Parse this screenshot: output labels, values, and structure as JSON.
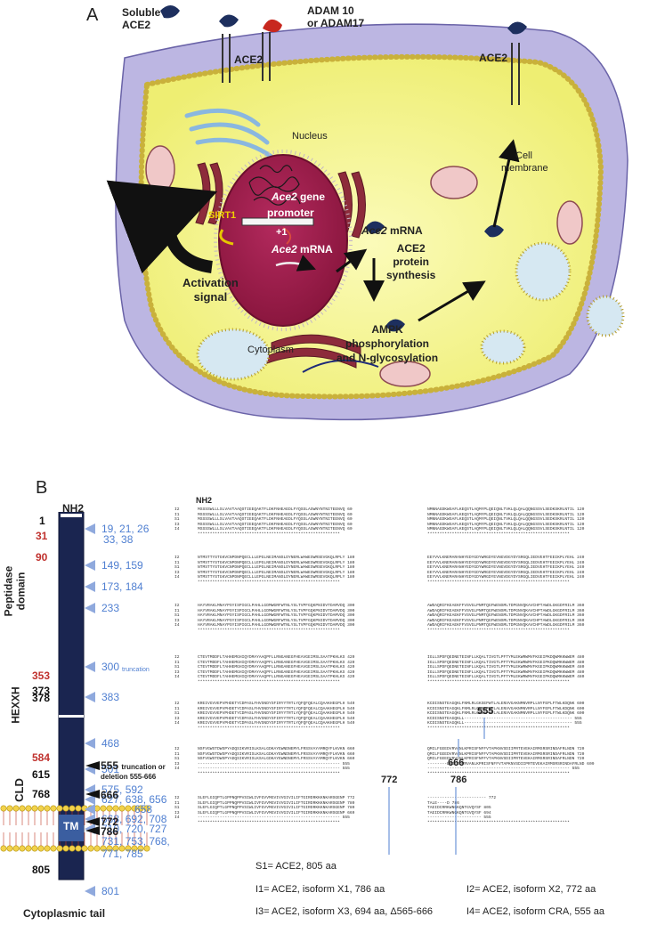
{
  "panelA": {
    "label": "A",
    "soluble_ace2": [
      "Soluble",
      "ACE2"
    ],
    "adam": [
      "ADAM 10",
      "or ADAM17"
    ],
    "ace2_left": "ACE2",
    "ace2_right": "ACE2",
    "nucleus": "Nucleus",
    "cell_membrane": [
      "Cell",
      "membrane"
    ],
    "ace2_gene_1": "Ace2",
    "ace2_gene_2": " gene",
    "promoter": "promoter",
    "sirt1": "SIRT1",
    "plus1": "+1",
    "ace2_mrna_nuc_1": "Ace2",
    "ace2_mrna_nuc_2": " mRNA",
    "ace2_mrna_cyto_1": "Ace2",
    "ace2_mrna_cyto_2": " mRNA",
    "protein_synth": [
      "ACE2",
      "protein",
      "synthesis"
    ],
    "activation": [
      "Activation",
      "signal"
    ],
    "ampk": [
      "AMPK",
      "phosphorylation",
      "and N-glycosylation"
    ],
    "cytoplasm": "Cytoplasm"
  },
  "panelB": {
    "label": "B",
    "nh2": "NH2",
    "tm": "TM",
    "domains": {
      "peptidase": [
        "Peptidase",
        "domain"
      ],
      "hexxh": "HEXXH",
      "cld": "CLD",
      "tail": "Cytoplasmic tail"
    },
    "left_numbers": [
      {
        "t": "1",
        "c": "#111"
      },
      {
        "t": "31",
        "c": "#c0322e"
      },
      {
        "t": "90",
        "c": "#c0322e"
      },
      {
        "t": "353",
        "c": "#c0322e"
      },
      {
        "t": "373",
        "c": "#111"
      },
      {
        "t": "378",
        "c": "#111"
      },
      {
        "t": "584",
        "c": "#c0322e"
      },
      {
        "t": "615",
        "c": "#111"
      },
      {
        "t": "768",
        "c": "#111"
      },
      {
        "t": "805",
        "c": "#111"
      }
    ],
    "sites": [
      "19, 21, 26",
      "33, 38",
      "149, 159",
      "173, 184",
      "233",
      "300",
      "383",
      "468",
      "501",
      "575, 592",
      "627, 638, 656",
      "658",
      "668, 692, 708",
      "710, 720, 727",
      "731, 753, 768,",
      "771, 785",
      "801"
    ],
    "truncation_small": "truncation",
    "black_sites": {
      "t555": "555",
      "t555_note": "truncation or",
      "deletion": "deletion 555-666",
      "t666": "666",
      "t772": "772",
      "t786": "786"
    },
    "seq_nh2": "NH2",
    "seq_markers": {
      "m555": "555",
      "m666": "666",
      "m772": "772",
      "m786": "786"
    },
    "legend": {
      "s1": "S1= ACE2, 805 aa",
      "i1": "I1= ACE2, isoform X1, 786 aa",
      "i2": "I2= ACE2, isoform X2, 772  aa",
      "i3": "I3= ACE2, isoform X3, 694 aa, Δ565-666",
      "i4": "I4= ACE2, isoform CRA, 555 aa"
    },
    "alignment": {
      "blocks_left": [
        {
          "rows": [
            "MSSSSWLLLSLVAVTAAQSTIEEQAKTFLDKFNHEAEDLFYQSSLASWNYNTNITEENVQ 60",
            "MSSSSWLLLSLVAVTAAQSTIEEQAKTFLDKFNHEAEDLFYQSSLASWNYNTNITEENVQ 60",
            "MSSSSWLLLSLVAVTAAQSTIEEQAKTFLDKFNHEAEDLFYQSSLASWNYNTNITEENVQ 60",
            "MSSSSWLLLSLVAVTAAQSTIEEQAKTFLDKFNHEAEDLFYQSSLASWNYNTNITEENVQ 60",
            "MSSSSWLLLSLVAVTAAQSTIEEQAKTFLDKFNHEAEDLFYQSSLASWNYNTNITEENVQ 60"
          ]
        },
        {
          "rows": [
            "NTMSTTYSTGKVCNPDNPQECLLLEPGLNEIMANSLDYNERLWAWESWRSEVGKQLRPLY 180",
            "NTMSTTYSTGKVCNPDNPQECLLLEPGLNEIMANSLDYNERLWAWESWRSEVGKQLRPLY 180",
            "NTMSTTYSTGKVCNPDNPQECLLLEPGLNEIMANSLDYNERLWAWESWRSEVGKQLRPLY 180",
            "NTMSTTYSTGKVCNPDNPQECLLLEPGLNEIMANSLDYNERLWAWESWRSEVGKQLRPLY 180",
            "NTMSTTYSTGKVCNPDNPQECLLLEPGLNEIMANSLDYNERLWAWESWRSEVGKQLRPLY 180"
          ]
        },
        {
          "rows": [
            "HAYVRAKLMNAYPSYISPIGCLPAHLLGDMWGRFWTNLYSLTVPFGQKPNIDVTDAMVDQ 300",
            "HAYVRAKLMNAYPSYISPIGCLPAHLLGDMWGRFWTNLYSLTVPFGQKPNIDVTDAMVDQ 300",
            "HAYVRAKLMNAYPSYISPIGCLPAHLLGDMWGRFWTNLYSLTVPFGQKPNIDVTDAMVDQ 300",
            "HAYVRAKLMNAYPSYISPIGCLPAHLLGDMWGRFWTNLYSLTVPFGQKPNIDVTDAMVDQ 300",
            "HAYVRAKLMNAYPSYISPIGCLPAHLLGDMWGRFWTNLYSLTVPFGQKPNIDVTDAMVDQ 300"
          ]
        },
        {
          "rows": [
            "CTEVTMDDFLTAHHEMGHIQYDMAYAAQPFLLRNGANEGFHEAVGEIMSLSAATPKHLKS 420",
            "CTEVTMDDFLTAHHEMGHIQYDMAYAAQPFLLRNGANEGFHEAVGEIMSLSAATPKHLKS 420",
            "CTEVTMDDFLTAHHEMGHIQYDMAYAAQPFLLRNGANEGFHEAVGEIMSLSAATPKHLKS 420",
            "CTEVTMDDFLTAHHEMGHIQYDMAYAAQPFLLRNGANEGFHEAVGEIMSLSAATPKHLKS 420",
            "CTEVTMDDFLTAHHEMGHIQYDMAYAAQPFLLRNGANEGFHEAVGEIMSLSAATPKHLKS 420"
          ]
        },
        {
          "rows": [
            "KREIVGVVEPVPHDETYCDPASLFHVSNDYSFIRYYTRTLYQFQFQEALCQAAKHEGPLH 540",
            "KREIVGVVEPVPHDETYCDPASLFHVSNDYSFIRYYTRTLYQFQFQEALCQAAKHEGPLH 540",
            "KREIVGVVEPVPHDETYCDPASLFHVSNDYSFIRYYTRTLYQFQFQEALCQAAKHEGPLH 540",
            "KREIVGVVEPVPHDETYCDPASLFHVSNDYSFIRYYTRTLYQFQFQEALCQAAKHEGPLH 540",
            "KREIVGVVEPVPHDETYCDPASLFHVSNDYSFIRYYTRTLYQFQFQEALCQAAKHEGPLH 540"
          ]
        },
        {
          "rows": [
            "NSFVGWSTDWSPYADQSIKVRISLKSALGDKAYEWNDNEMYLFRSSVAYAMRQYFLKVKN 660",
            "NSFVGWSTDWSPYADQSIKVRISLKSALGDKAYEWNDNEMYLFRSSVAYAMRQYFLKVKN 660",
            "NSFVGWSTDWSPYADQSIKVRISLKSALGDKAYEWNDNEMYLFRSSVAYAMRQYFLKVKN 660",
            "---------------------------------------------------------- 555",
            "---------------------------------------------------------- 555"
          ]
        },
        {
          "rows": [
            "SLEFLGIQPTLGPPNQPPVSIWLIVFGVVMGVIVVGIVILIFTGIRDRKKKNKARSGENP 772",
            "SLEFLGIQPTLGPPNQPPVSIWLIVFGVVMGVIVVGIVILIFTGIRDRKKKNKARSGENP 780",
            "SLEFLGIQPTLGPPNQPPVSIWLIVFGVVMGVIVVGIVILIFTGIRDRKKKNKARSGENP 780",
            "SLEFLGIQPTLGPPNQPPVSIWLIVFGVVMGVIVVGIVILIFTGIRDRKKKNKARSGENP 669",
            "---------------------------------------------------------- 555"
          ]
        }
      ],
      "blocks_right": [
        {
          "rows": [
            "NMNNAGDKWSAFLKEQSTLAQMYPLQEIQNLTVKLQLQALQQNGSSVLSEDKSKRLNTIL 120",
            "NMNNAGDKWSAFLKEQSTLAQMYPLQEIQNLTVKLQLQALQQNGSSVLSEDKSKRLNTIL 120",
            "NMNNAGDKWSAFLKEQSTLAQMYPLQEIQNLTVKLQLQALQQNGSSVLSEDKSKRLNTIL 120",
            "NMNNAGDKWSAFLKEQSTLAQMYPLQEIQNLTVKLQLQALQQNGSSVLSEDKSKRLNTIL 120",
            "NMNNAGDKWSAFLKEQSTLAQMYPLQEIQNLTVKLQLQALQQNGSSVLSEDKSKRLNTIL 120"
          ]
        },
        {
          "rows": [
            "EEYVVLKNEMARANHYEDYGDYWRGDYEVNGVDGYDYSRGQLIEDVEHTFEEIKPLYEHL 240",
            "EEYVVLKNEMARANHYEDYGDYWRGDYEVNGVDGYDYSRGQLIEDVEHTFEEIKPLYEHL 240",
            "EEYVVLKNEMARANHYEDYGDYWRGDYEVNGVDGYDYSRGQLIEDVEHTFEEIKPLYEHL 240",
            "EEYVVLKNEMARANHYEDYGDYWRGDYEVNGVDGYDYSRGQLIEDVEHTFEEIKPLYEHL 240",
            "EEYVVLKNEMARANHYEDYGDYWRGDYEVNGVDGYDYSRGQLIEDVEHTFEEIKPLYEHL 240"
          ]
        },
        {
          "rows": [
            "AWDAQRIFKEAEKFFVSVGLPNMTQGFWENSMLTDPGNVQKAVCHPTAWDLGKGDFRILM 360",
            "AWDAQRIFKEAEKFFVSVGLPNMTQGFWENSMLTDPGNVQKAVCHPTAWDLGKGDFRILM 360",
            "AWDAQRIFKEAEKFFVSVGLPNMTQGFWENSMLTDPGNVQKAVCHPTAWDLGKGDFRILM 360",
            "AWDAQRIFKEAEKFFVSVGLPNMTQGFWENSMLTDPGNVQKAVCHPTAWDLGKGDFRILM 360",
            "AWDAQRIFKEAEKFFVSVGLPNMTQGFWENSMLTDPGNVQKAVCHPTAWDLGKGDFRILM 360"
          ]
        },
        {
          "rows": [
            "IGLLSPDFQEDNETEINFLLKQALTIVGTLPFTYMLEKWRWMVFKGEIPKDQWMKKWWEM 480",
            "IGLLSPDFQEDNETEINFLLKQALTIVGTLPFTYMLEKWRWMVFKGEIPKDQWMKKWWEM 480",
            "IGLLSPDFQEDNETEINFLLKQALTIVGTLPFTYMLEKWRWMVFKGEIPKDQWMKKWWEM 480",
            "IGLLSPDFQEDNETEINFLLKQALTIVGTLPFTYMLEKWRWMVFKGEIPKDQWMKKWWEM 480",
            "IGLLSPDFQEDNETEINFLLKQALTIVGTLPFTYMLEKWRWMVFKGEIPKDQWMKKWWEM 480"
          ]
        },
        {
          "rows": [
            "KCDISNSTEAGQKLFNMLRLGKSEPWTLALENVVGAKNMNVRPLLNYFEPLFTWLKDQNK 600",
            "KCDISNSTEAGQKLFNMLRLGKSEPWTLALENVVGAKNMNVRPLLNYFEPLFTWLKDQNK 600",
            "KCDISNSTEAGQKLFNMLRLGKSEPWTLALENVVGAKNMNVRPLLNYFEPLFTWLKDQNK 600",
            "KCDISNSTEAGQKLL-------------------------------------------- 555",
            "KCDISNSTEAGQKLL-------------------------------------------- 555"
          ]
        },
        {
          "rows": [
            "QMILFGEEDVRVANLKPRISFNFFVTAPKNVSDIIPRTEVEKAIRMSRSRINDAFRLNDN 720",
            "QMILFGEEDVRVANLKPRISFNFFVTAPKNVSDIIPRTEVEKAIRMSRSRINDAFRLNDN 720",
            "QMILFGEEDVRVANLKPRISFNFFVTAPKNVSDIIPRTEVEKAIRMSRSRINDAFRLNDN 720",
            "--------LKGEEDVRVANLKPRISFNFFVTAPKNVSDIIPRTEVEKAIRMSRSRINDAFRLND 609",
            "---------------------------------------------------------- 555"
          ]
        },
        {
          "rows": [
            "------------------------ 772",
            "TALE----D 786",
            "TAEIDCRRKWNGKQNTGVQYSF 805",
            "TAEIDCRRKWNGKQNTGVQYSF 694",
            "---------------------- 555"
          ]
        }
      ]
    }
  }
}
